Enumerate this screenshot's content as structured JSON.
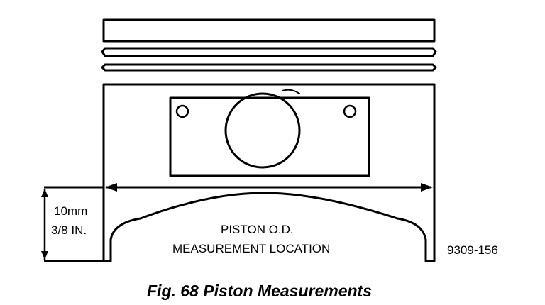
{
  "figure": {
    "label_measure_mm": "10mm",
    "label_measure_in": "3/8 IN.",
    "label_location_line1": "PISTON O.D.",
    "label_location_line2": "MEASUREMENT LOCATION",
    "figure_code": "9309-156",
    "caption": "Fig. 68 Piston Measurements",
    "line_color": "#000000",
    "background_color": "#ffffff"
  }
}
